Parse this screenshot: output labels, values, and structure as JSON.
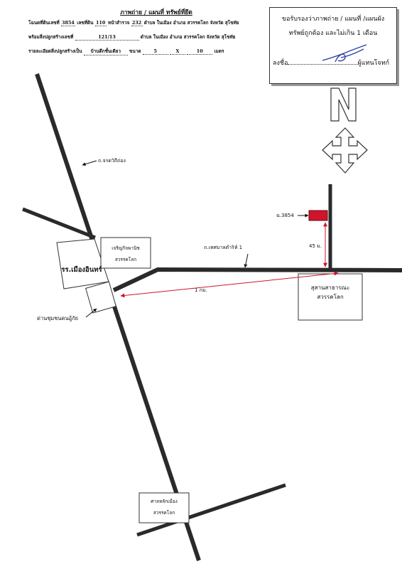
{
  "header": {
    "title": "ภาพถ่าย / แผนที่ ทรัพย์ที่ยึด",
    "line1": {
      "deed_prefix": "โฉนดที่ดินเลขที่",
      "deed_no": "3854",
      "land_no_prefix": "เลขที่ดิน",
      "land_no": "110",
      "page_prefix": "หน้าสำรวจ",
      "page_no": "232",
      "location": "ตำบล ในเมือง อำเภอ สวรรคโลก จังหวัด สุโขทัย"
    },
    "line2": {
      "prefix": "พร้อมสิ่งปลูกสร้างเลขที่",
      "house_no": "121/13",
      "location": "ตำบล ในเมือง อำเภอ สวรรคโลก จังหวัด สุโขทัย"
    },
    "line3": {
      "prefix": "รายละเอียดสิ่งปลูกสร้างเป็น",
      "building": "บ้านตึกชั้นเดียว",
      "size_prefix": "ขนาด",
      "width": "5",
      "x": "X",
      "length": "10",
      "unit": "เมตร"
    }
  },
  "certification": {
    "line1": "ขอรับรองว่าภาพถ่าย / แผนที่ /แผนผัง",
    "line2": "ทรัพย์ถูกต้อง และไม่เกิน 1 เดือน",
    "sign_prefix": "ลงชื่อ",
    "sign_suffix": "ผู้แทนโจทก์"
  },
  "map": {
    "compass_letter": "N",
    "roads": {
      "left_road": "ถ.จรดวิถีถ่อง",
      "main_road": "ถ.เทศบาลดำริห์ 1"
    },
    "places": {
      "bank": [
        "เจริญกิจพานิช",
        "สวรรคโลก"
      ],
      "school": "รร.เมืองอินทร์",
      "checkpoint": "ด่านชุมชนคนอู้กัย",
      "health": [
        "สุสานสาธารณะ",
        "สวรรคโลก"
      ],
      "shrine": [
        "ศาลหลักเมือง",
        "สวรรคโลก"
      ]
    },
    "property_label": "ฉ.3854",
    "distance_vertical": "45 ม.",
    "distance_horizontal": "1 กม."
  },
  "colors": {
    "road": "#2a2a2a",
    "property": "#d0142c",
    "arrow": "#d0142c",
    "ink": "#111111"
  }
}
